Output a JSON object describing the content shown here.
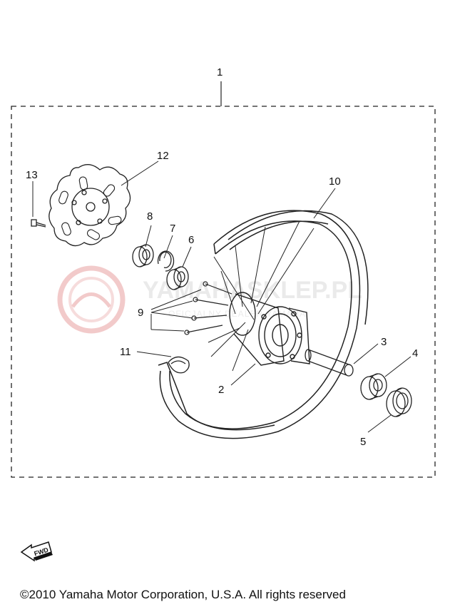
{
  "diagram": {
    "assembly_callout": "1",
    "callouts": {
      "c2": "2",
      "c3": "3",
      "c4": "4",
      "c5": "5",
      "c6": "6",
      "c7": "7",
      "c8": "8",
      "c9": "9",
      "c10": "10",
      "c11": "11",
      "c12": "12",
      "c13": "13"
    },
    "watermark": {
      "text": "YAMAHASKLEP.PL",
      "subtext": "OFICJALNY DEALER YAMAHA",
      "color": "#e8a0a0"
    },
    "fwd_label": "FWD"
  },
  "footer": {
    "copyright": "©2010 Yamaha Motor Corporation, U.S.A. All rights reserved"
  }
}
